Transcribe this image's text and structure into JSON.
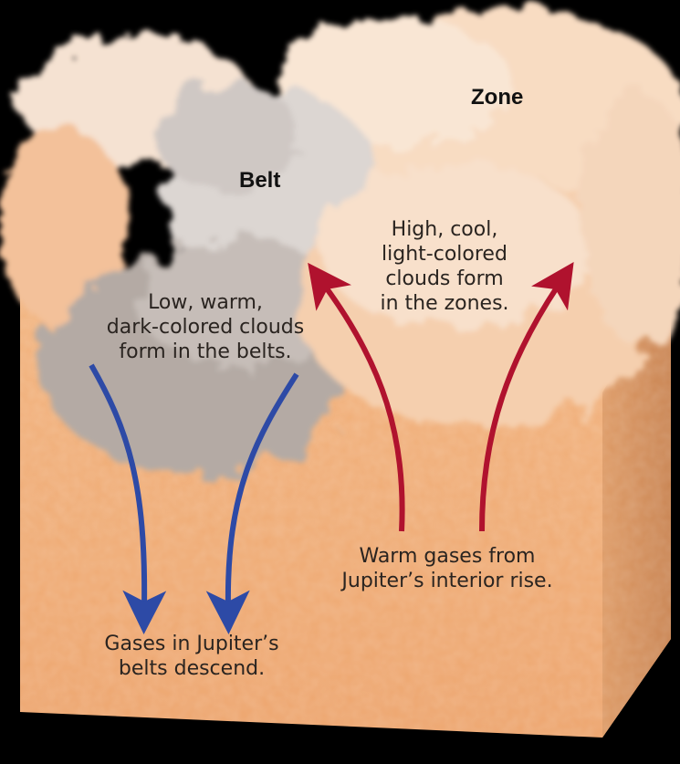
{
  "labels": {
    "zone": "Zone",
    "belt": "Belt",
    "high_clouds": [
      "High, cool,",
      "light-colored",
      "clouds form",
      "in the zones."
    ],
    "low_clouds": [
      "Low, warm,",
      "dark-colored clouds",
      "form in the belts."
    ],
    "warm_gases": [
      "Warm gases from",
      "Jupiter’s interior rise."
    ],
    "gases_descend": [
      "Gases in Jupiter’s",
      "belts descend."
    ]
  },
  "colors": {
    "background": "#000000",
    "box_front": "#f0ae78",
    "box_side": "#d38f5b",
    "zone_clouds": "#f7dcc4",
    "belt_clouds": "#b9b0aa",
    "descend_arrow": "#2d4aa6",
    "rise_arrow": "#b0122e"
  }
}
